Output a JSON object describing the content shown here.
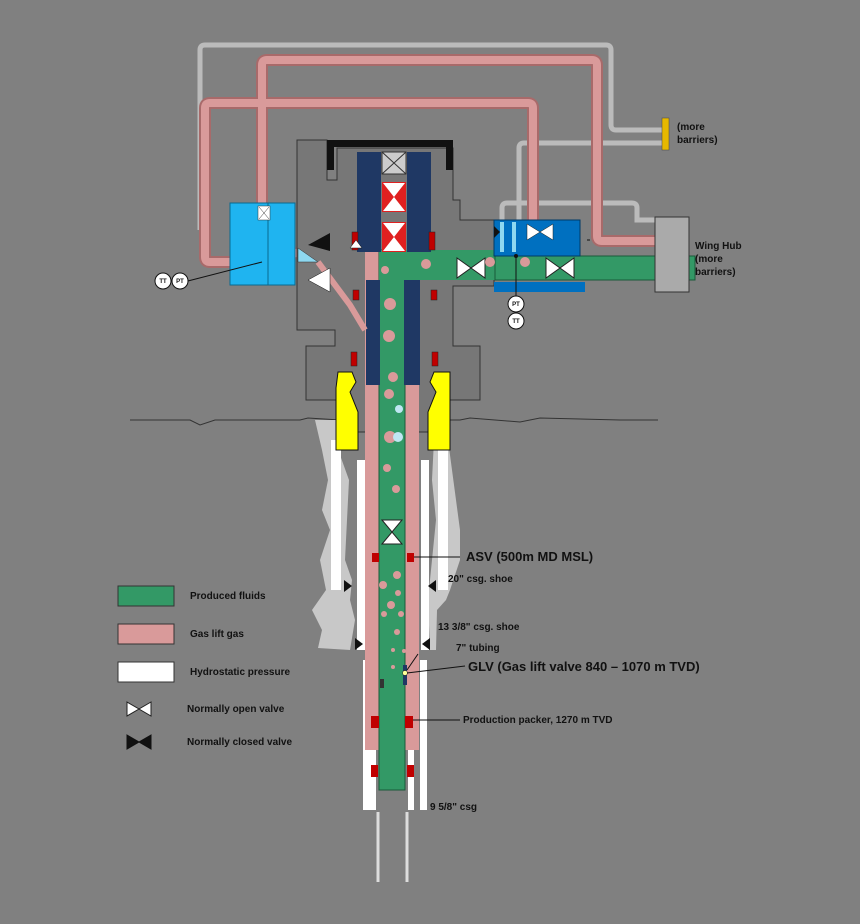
{
  "labels": {
    "more_barriers_top_1": "(more",
    "more_barriers_top_2": "barriers)",
    "wing_hub": "Wing Hub",
    "more_barriers_right_1": "(more",
    "more_barriers_right_2": "barriers)",
    "tt_left": "TT",
    "pt_left": "PT",
    "pt_right": "PT",
    "tt_right": "TT",
    "asv": "ASV (500m MD MSL)",
    "csg_20": "20\" csg. shoe",
    "csg_13": "13 3/8\" csg. shoe",
    "tubing_7": "7\" tubing",
    "glv": "GLV (Gas lift valve 840 – 1070 m TVD)",
    "packer": "Production packer, 1270 m TVD",
    "csg_9": "9 5/8\" csg"
  },
  "legend": [
    {
      "label": "Produced fluids",
      "color": "#339966",
      "kind": "box"
    },
    {
      "label": "Gas lift gas",
      "color": "#d99a9a",
      "kind": "box"
    },
    {
      "label": "Hydrostatic pressure",
      "color": "#ffffff",
      "kind": "box"
    },
    {
      "label": "Normally open valve",
      "kind": "open-valve"
    },
    {
      "label": "Normally closed valve",
      "kind": "closed-valve"
    }
  ],
  "colors": {
    "produced_fluids": "#339966",
    "gas_lift": "#d99a9a",
    "wellhead_grey": "#777777",
    "hanger_navy": "#1f3864",
    "seal_red": "#e02020",
    "hydraulic_cyan": "#1fb4f0",
    "wing_blue": "#0070c0",
    "hanger_yellow": "#ffff00",
    "background": "#808080"
  }
}
